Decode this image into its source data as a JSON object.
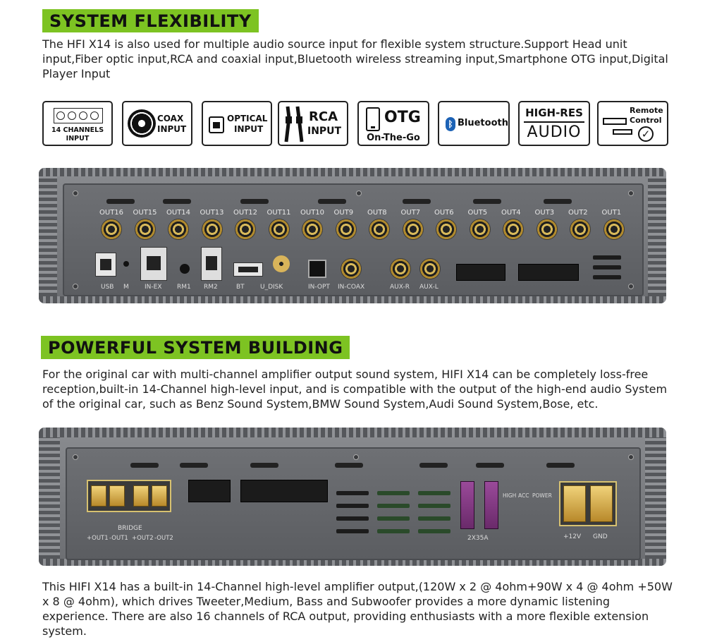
{
  "section1": {
    "heading": "SYSTEM FLEXIBILITY",
    "text": "The HFI X14 is also used for multiple audio source input for flexible system structure.Support Head unit input,Fiber optic input,RCA and coaxial input,Bluetooth wireless streaming input,Smartphone OTG input,Digital Player Input"
  },
  "icons": {
    "channels": {
      "line1": "14 CHANNELS",
      "line2": "INPUT"
    },
    "coax": {
      "line1": "COAX",
      "line2": "INPUT"
    },
    "optical": {
      "line1": "OPTICAL",
      "line2": "INPUT"
    },
    "rca": {
      "line1": "RCA",
      "line2": "INPUT"
    },
    "otg": {
      "line1": "OTG",
      "line2": "On-The-Go"
    },
    "bluetooth": {
      "label": "Bluetooth"
    },
    "hires": {
      "line1": "HIGH-RES",
      "line2": "AUDIO"
    },
    "remote": {
      "line1": "Remote",
      "line2": "Control"
    }
  },
  "device1": {
    "outputs": [
      "OUT16",
      "OUT15",
      "OUT14",
      "OUT13",
      "OUT12",
      "OUT11",
      "OUT10",
      "OUT9",
      "OUT8",
      "OUT7",
      "OUT6",
      "OUT5",
      "OUT4",
      "OUT3",
      "OUT2",
      "OUT1"
    ],
    "ports": {
      "usb": "USB",
      "m": "M",
      "inex": "IN-EX",
      "rm1": "RM1",
      "rm2": "RM2",
      "bt": "BT",
      "udisk": "U_DISK",
      "inopt": "IN-OPT",
      "incoax": "IN-COAX",
      "auxr": "AUX-R",
      "auxl": "AUX-L"
    }
  },
  "section2": {
    "heading": "POWERFUL SYSTEM BUILDING",
    "text": "For the original car with multi-channel amplifier output sound system, HIFI X14 can be completely loss-free reception,built-in 14-Channel high-level input, and is compatible with the output of the high-end audio System of the original car, such as Benz Sound System,BMW Sound System,Audi Sound System,Bose, etc."
  },
  "device2": {
    "bridge": "BRIDGE",
    "terminals": [
      "+OUT1",
      "-OUT1",
      "+OUT2",
      "-OUT2"
    ],
    "fuse": "2X35A",
    "switch": {
      "high": "HIGH",
      "acc": "ACC",
      "power": "POWER"
    },
    "power": {
      "plus": "+12V",
      "gnd": "GND"
    }
  },
  "section3": {
    "text": "This HIFI X14 has a built-in 14-Channel high-level amplifier output,(120W x 2 @ 4ohm+90W x 4 @ 4ohm +50W x 8 @ 4ohm), which drives Tweeter,Medium, Bass and Subwoofer provides a more dynamic listening experience. There are also 16 channels of RCA output, providing enthusiasts with a more flexible extension system."
  }
}
